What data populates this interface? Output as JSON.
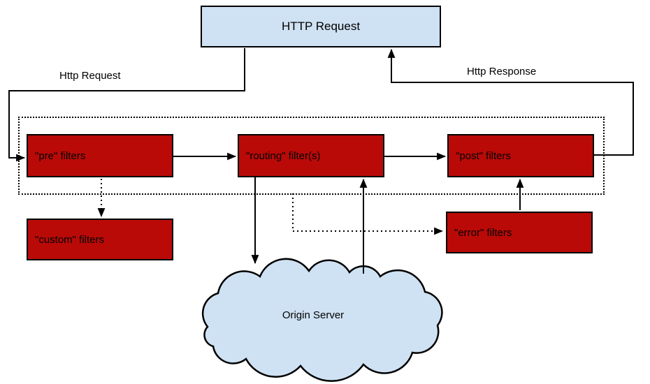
{
  "diagram": {
    "nodes": {
      "http_request": "HTTP Request",
      "pre": "\"pre\" filters",
      "routing": "\"routing\" filter(s)",
      "post": "\"post\" filters",
      "custom": "\"custom\" filters",
      "error": "\"error\" filters",
      "origin": "Origin Server"
    },
    "edge_labels": {
      "request": "Http Request",
      "response": "Http Response"
    },
    "colors": {
      "blue_fill": "#cfe2f3",
      "red_fill": "#b90a08",
      "line": "#000000"
    }
  }
}
